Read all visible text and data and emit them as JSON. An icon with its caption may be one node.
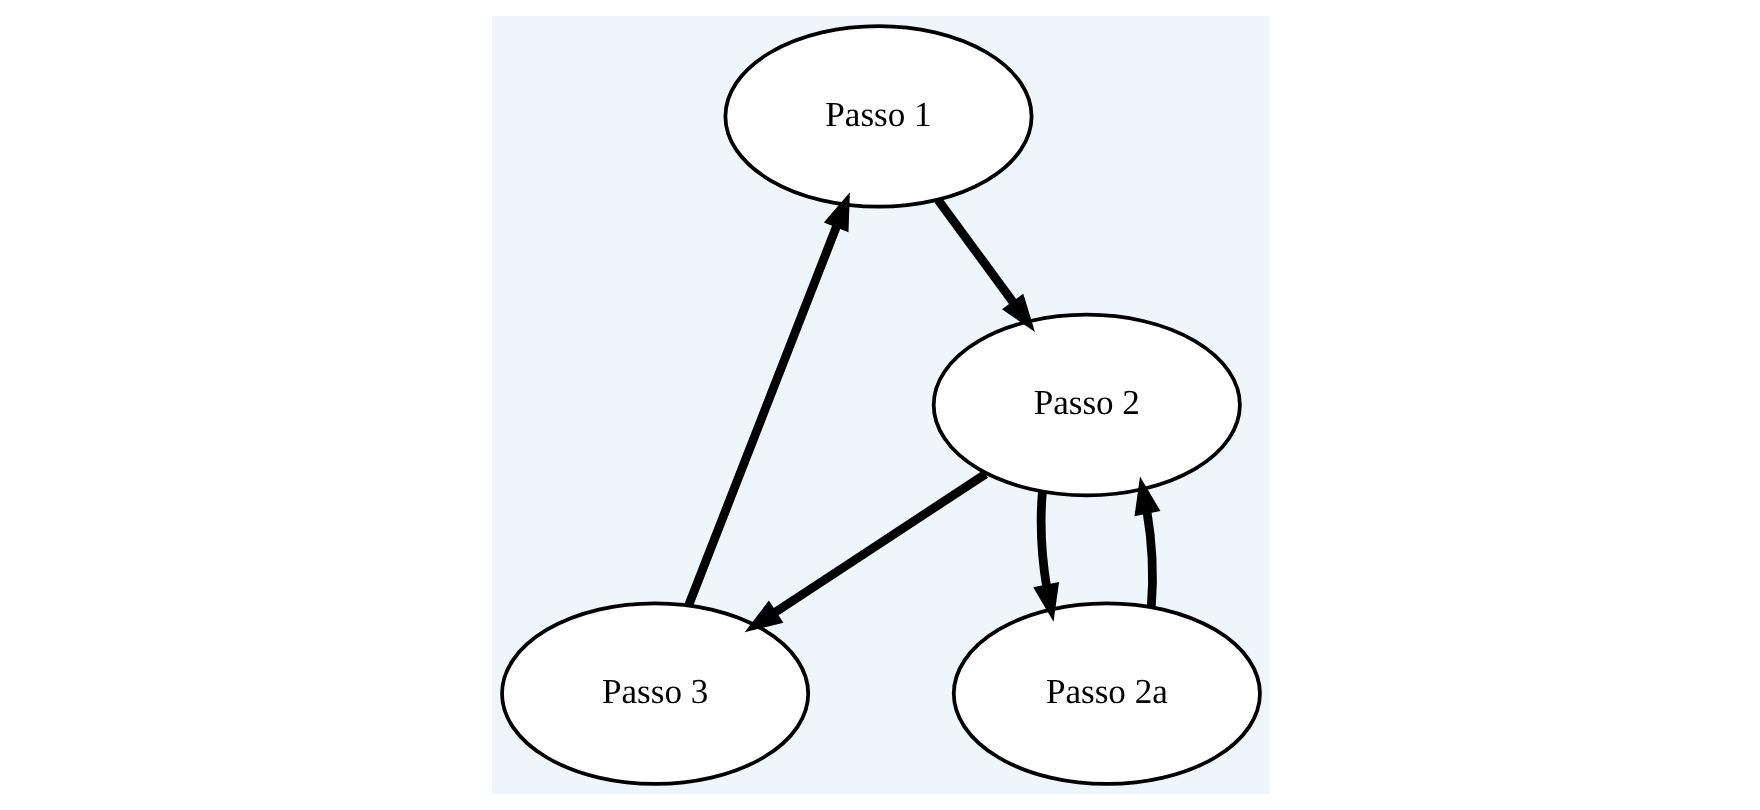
{
  "diagram": {
    "nodes": [
      {
        "text": [
          "Passo 1"
        ]
      },
      {
        "text": [
          "Passo 2"
        ]
      },
      {
        "text": [
          "Passo 3"
        ]
      },
      {
        "text": [
          "Passo 2a"
        ]
      }
    ],
    "edges": [
      {
        "from": 0,
        "to": 1,
        "arrow": "to"
      },
      {
        "from": 1,
        "to": 2,
        "arrow": "to"
      },
      {
        "from": 2,
        "to": 0,
        "arrow": "to"
      },
      {
        "from": 1,
        "to": 3,
        "arrow": "to"
      },
      {
        "from": 3,
        "to": 1,
        "arrow": "to"
      }
    ]
  }
}
